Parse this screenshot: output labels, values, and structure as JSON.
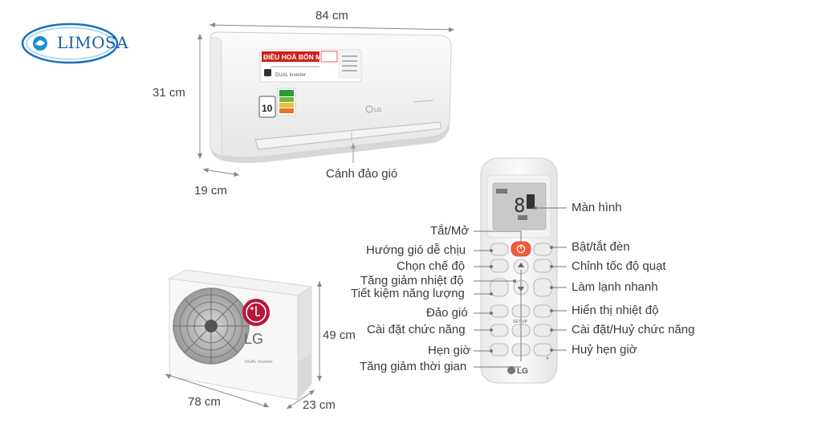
{
  "brand": {
    "logo_text": "LIMOSA"
  },
  "indoor_unit": {
    "width": "84 cm",
    "height": "31 cm",
    "depth": "19 cm",
    "sticker_title": "ĐIỀU HOÀ BỐN MÙA",
    "sticker_sub": "DUAL Inverter",
    "badge": "10",
    "vane_label": "Cánh đảo gió"
  },
  "outdoor_unit": {
    "width": "78 cm",
    "height": "49 cm",
    "depth": "23 cm",
    "brand": "LG",
    "model_text": "DUAL Inverter"
  },
  "remote": {
    "brand": "LG",
    "setup_text": "SET UP",
    "labels_left": [
      "Tắt/Mở",
      "Hướng gió dễ chịu",
      "Chọn chế độ",
      "Tăng giảm nhiệt độ",
      "Tiết kiệm năng lượng",
      "Đảo gió",
      "Cài đặt chức năng",
      "Hẹn giờ",
      "Tăng giảm thời gian"
    ],
    "labels_right": [
      "Màn hình",
      "Bật/tắt đèn",
      "Chỉnh tốc độ quạt",
      "Làm lạnh nhanh",
      "Hiển thị nhiệt độ",
      "Cài đặt/Huỷ chức năng",
      "Huỷ hẹn giờ"
    ]
  }
}
